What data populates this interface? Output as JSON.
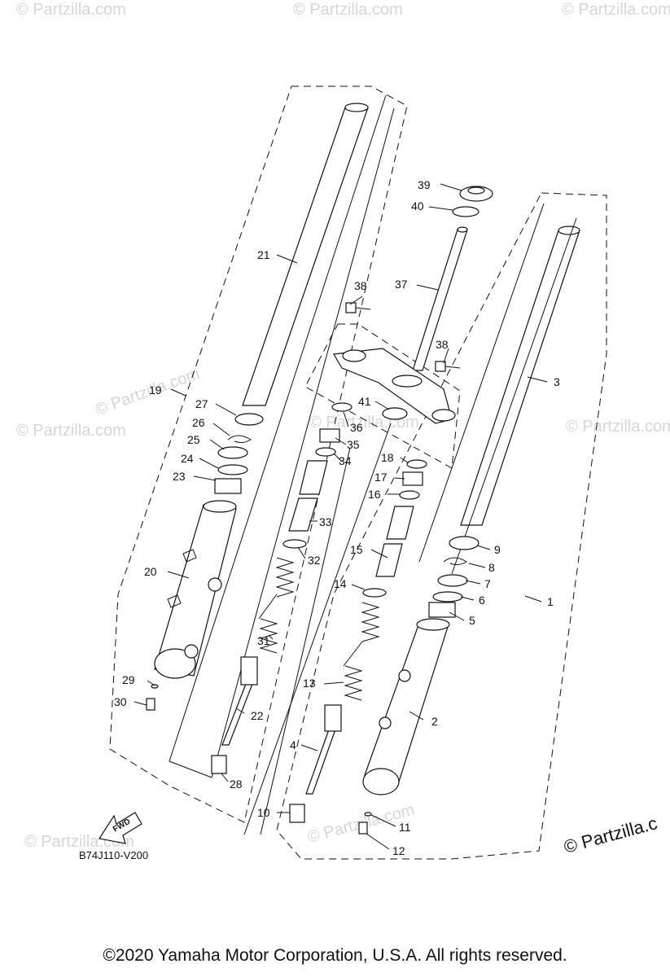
{
  "diagram_code": "B74J110-V200",
  "fwd_label": "FWD",
  "partzilla_mark": "© Partzilla.c",
  "watermark_text": "© Partzilla.com",
  "copyright": "©2020 Yamaha Motor Corporation, U.S.A. All rights reserved.",
  "part_labels": [
    {
      "id": "p1",
      "text": "1"
    },
    {
      "id": "p2",
      "text": "2"
    },
    {
      "id": "p3",
      "text": "3"
    },
    {
      "id": "p4",
      "text": "4"
    },
    {
      "id": "p5",
      "text": "5"
    },
    {
      "id": "p6",
      "text": "6"
    },
    {
      "id": "p7",
      "text": "7"
    },
    {
      "id": "p8",
      "text": "8"
    },
    {
      "id": "p9",
      "text": "9"
    },
    {
      "id": "p10",
      "text": "10"
    },
    {
      "id": "p11",
      "text": "11"
    },
    {
      "id": "p12",
      "text": "12"
    },
    {
      "id": "p13",
      "text": "13"
    },
    {
      "id": "p14",
      "text": "14"
    },
    {
      "id": "p15",
      "text": "15"
    },
    {
      "id": "p16",
      "text": "16"
    },
    {
      "id": "p17",
      "text": "17"
    },
    {
      "id": "p18",
      "text": "18"
    },
    {
      "id": "p19",
      "text": "19"
    },
    {
      "id": "p20",
      "text": "20"
    },
    {
      "id": "p21",
      "text": "21"
    },
    {
      "id": "p22",
      "text": "22"
    },
    {
      "id": "p23",
      "text": "23"
    },
    {
      "id": "p24",
      "text": "24"
    },
    {
      "id": "p25",
      "text": "25"
    },
    {
      "id": "p26",
      "text": "26"
    },
    {
      "id": "p27",
      "text": "27"
    },
    {
      "id": "p28",
      "text": "28"
    },
    {
      "id": "p29",
      "text": "29"
    },
    {
      "id": "p30",
      "text": "30"
    },
    {
      "id": "p31",
      "text": "31"
    },
    {
      "id": "p32",
      "text": "32"
    },
    {
      "id": "p33",
      "text": "33"
    },
    {
      "id": "p34",
      "text": "34"
    },
    {
      "id": "p35",
      "text": "35"
    },
    {
      "id": "p36",
      "text": "36"
    },
    {
      "id": "p37",
      "text": "37"
    },
    {
      "id": "p38a",
      "text": "38"
    },
    {
      "id": "p38b",
      "text": "38"
    },
    {
      "id": "p39",
      "text": "39"
    },
    {
      "id": "p40",
      "text": "40"
    },
    {
      "id": "p41",
      "text": "41"
    }
  ]
}
